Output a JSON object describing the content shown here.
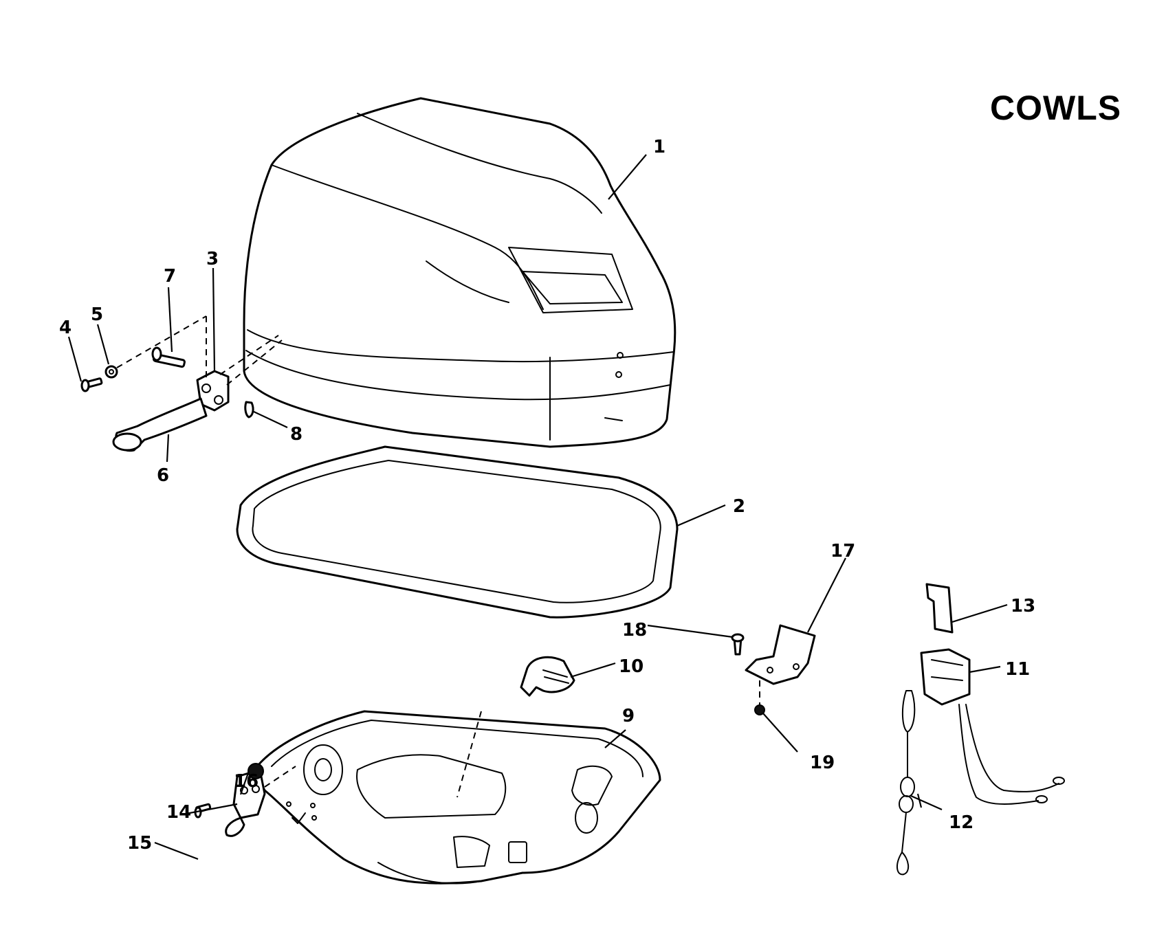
{
  "title": "COWLS",
  "callouts": [
    {
      "id": "c1",
      "label": "1"
    },
    {
      "id": "c2",
      "label": "2"
    },
    {
      "id": "c3",
      "label": "3"
    },
    {
      "id": "c4",
      "label": "4"
    },
    {
      "id": "c5",
      "label": "5"
    },
    {
      "id": "c6",
      "label": "6"
    },
    {
      "id": "c7",
      "label": "7"
    },
    {
      "id": "c8",
      "label": "8"
    },
    {
      "id": "c9",
      "label": "9"
    },
    {
      "id": "c10",
      "label": "10"
    },
    {
      "id": "c11",
      "label": "11"
    },
    {
      "id": "c12",
      "label": "12"
    },
    {
      "id": "c13",
      "label": "13"
    },
    {
      "id": "c14",
      "label": "14"
    },
    {
      "id": "c15",
      "label": "15"
    },
    {
      "id": "c16",
      "label": "16"
    },
    {
      "id": "c17",
      "label": "17"
    },
    {
      "id": "c18",
      "label": "18"
    },
    {
      "id": "c19",
      "label": "19"
    }
  ]
}
